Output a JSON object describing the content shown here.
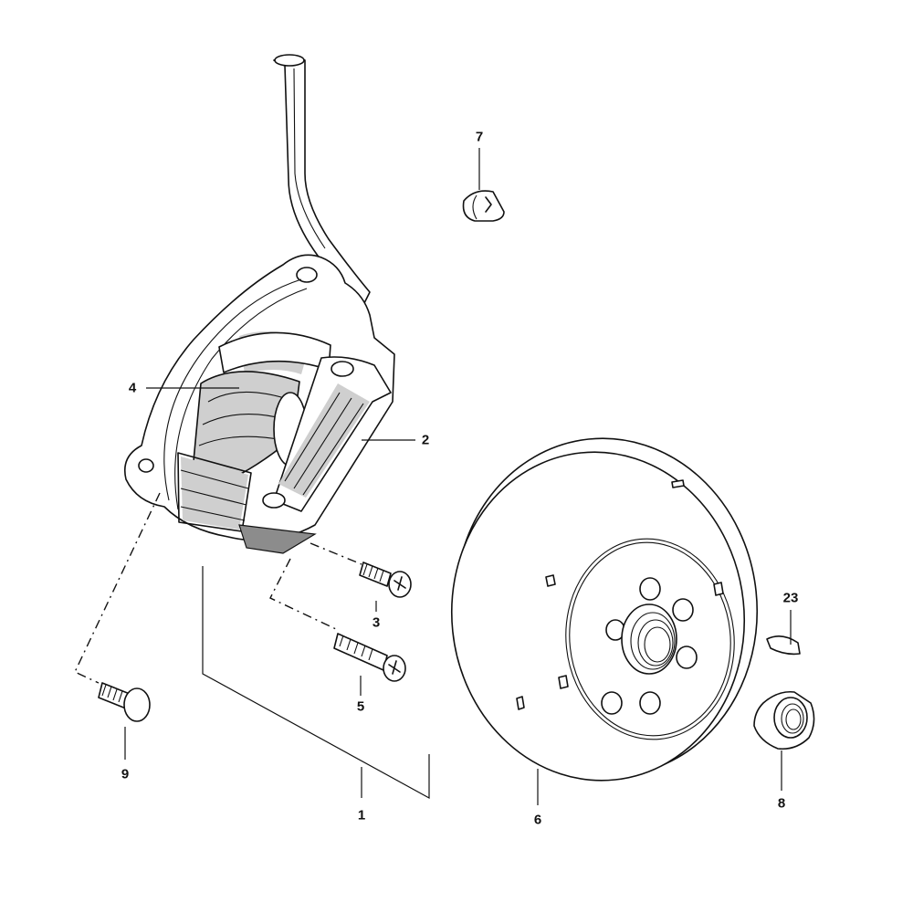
{
  "diagram": {
    "callouts": [
      {
        "id": "1",
        "text": "1"
      },
      {
        "id": "2",
        "text": "2"
      },
      {
        "id": "3",
        "text": "3"
      },
      {
        "id": "4",
        "text": "4"
      },
      {
        "id": "5",
        "text": "5"
      },
      {
        "id": "6",
        "text": "6"
      },
      {
        "id": "7",
        "text": "7"
      },
      {
        "id": "8",
        "text": "8"
      },
      {
        "id": "9",
        "text": "9"
      },
      {
        "id": "23",
        "text": "23"
      }
    ]
  }
}
